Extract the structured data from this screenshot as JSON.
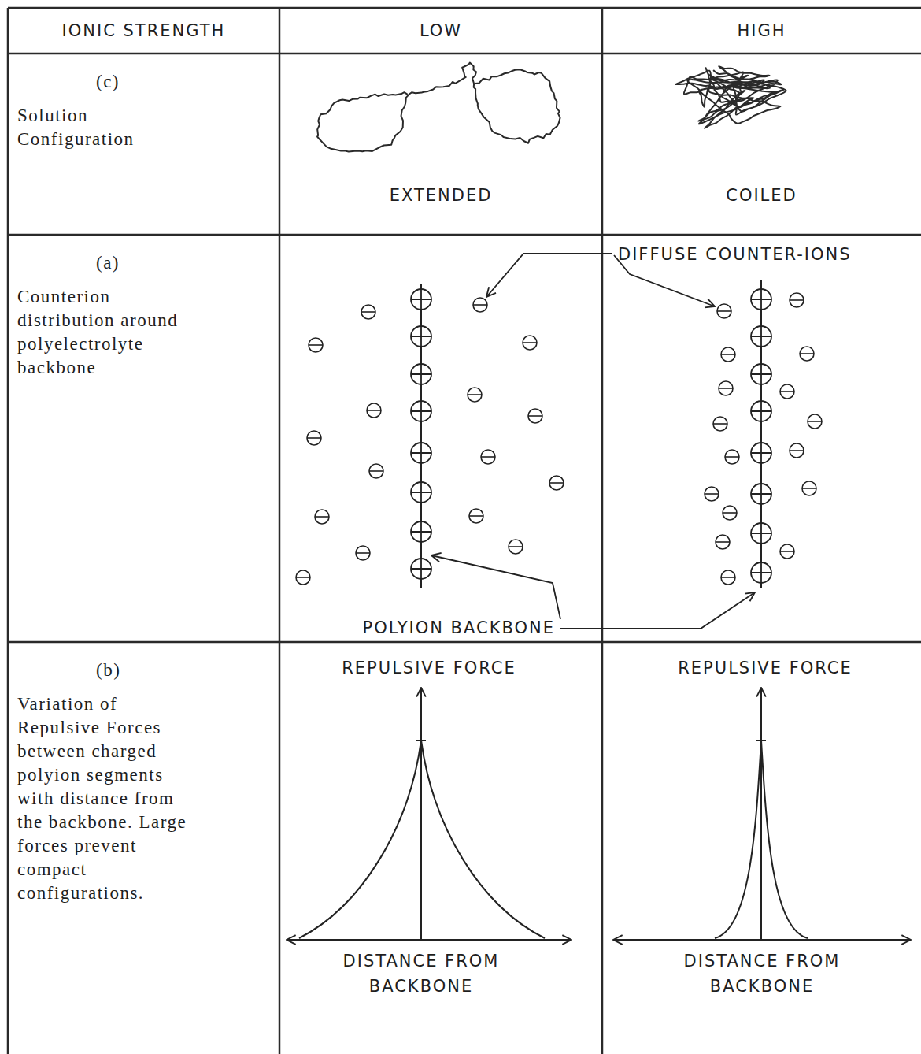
{
  "diagram": {
    "nodes": [
      {
        "text": [
          "IONIC STRENGTH"
        ]
      },
      {
        "text": [
          "LOW"
        ]
      },
      {
        "text": [
          "HIGH"
        ]
      },
      {
        "text": [
          "(c)",
          "Solution Configuration"
        ]
      },
      {
        "text": [
          "EXTENDED"
        ]
      },
      {
        "text": [
          "COILED"
        ]
      },
      {
        "text": [
          "(a)",
          "Counterion distribution around polyelectrolyte backbone"
        ]
      },
      {
        "text": [
          "(b)",
          "Variation of Repulsive Forces between charged polyion segments with distance from the backbone. Large forces prevent compact configurations."
        ]
      }
    ],
    "labels": [
      "DIFFUSE COUNTER-IONS",
      "POLYION BACKBONE",
      "REPULSIVE FORCE",
      "DISTANCE FROM BACKBONE",
      "REPULSIVE FORCE",
      "DISTANCE FROM BACKBONE"
    ]
  }
}
